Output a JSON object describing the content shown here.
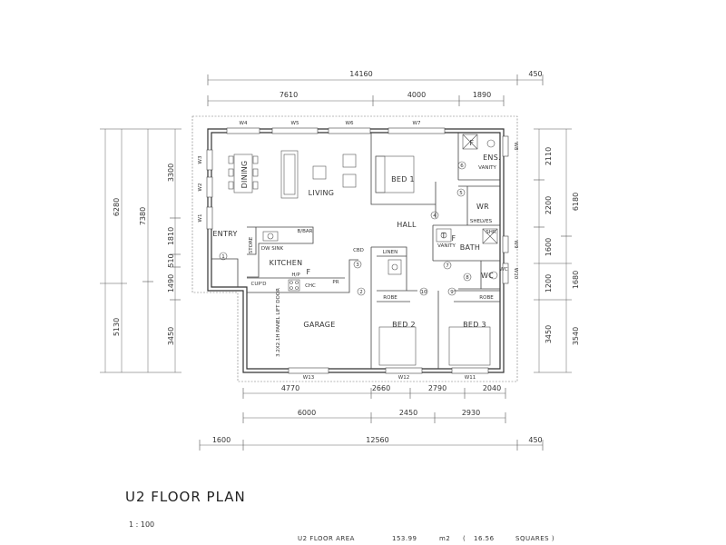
{
  "title": "U2 FLOOR PLAN",
  "scale": "1 : 100",
  "footer": {
    "label": "U2 FLOOR AREA",
    "area": "153.99",
    "unit": "m2",
    "open": "(",
    "squares": "16.56",
    "squares_label": "SQUARES )"
  },
  "dims_top": {
    "overall": "14160",
    "eave": "450",
    "d1": "7610",
    "d2": "4000",
    "d3": "1890"
  },
  "dims_bottom": {
    "row1": [
      "4770",
      "2660",
      "2790",
      "2040"
    ],
    "row2": [
      "6000",
      "2450",
      "2930"
    ],
    "overall": "12560",
    "left": "1600",
    "eave": "450"
  },
  "dims_left": {
    "outer1": "6280",
    "outer2": "5130",
    "mid1": "7380",
    "s1": "3300",
    "s2": "1810",
    "s3": "510",
    "s4": "1490",
    "s5": "3450"
  },
  "dims_right": {
    "r1": "2110",
    "r2": "2200",
    "r3": "1600",
    "r4": "1200",
    "r5": "3450",
    "outer1": "6180",
    "outer2": "1680",
    "outer3": "3540"
  },
  "rooms": {
    "dining": "DINING",
    "living": "LIVING",
    "entry": "ENTRY",
    "store": "STORE",
    "kitchen": "KITCHEN",
    "garage": "GARAGE",
    "hall": "HALL",
    "bed1": "BED 1",
    "bed2": "BED 2",
    "bed3": "BED 3",
    "bath": "BATH",
    "wc": "WC",
    "wir": "WR",
    "ens": "ENS.",
    "linen": "LINEN",
    "robe2": "ROBE",
    "robe3": "ROBE",
    "shelves": "SHELVES",
    "vanity1": "VANITY",
    "vanity2": "VANITY",
    "bbar": "B/BAR",
    "dwsink": "DW SINK",
    "cupd": "CUP'D",
    "chc": "CHC",
    "pr": "PR",
    "hp": "H/P",
    "cbd": "CBD",
    "panel": "3.2X2.1H PANEL LIFT DOOR",
    "shr": "SHR",
    "wc2": "WC",
    "f1": "F",
    "f2": "F",
    "f3": "F",
    "vanity_letter": "T"
  },
  "windows": {
    "w1": "W1",
    "w2": "W2",
    "w3": "W3",
    "w4": "W4",
    "w5": "W5",
    "w6": "W6",
    "w7": "W7",
    "w8": "W8",
    "w9": "W9",
    "w10": "W10",
    "w11": "W11",
    "w12": "W12",
    "w13": "W13"
  },
  "doors": [
    "1",
    "2",
    "3",
    "4",
    "5",
    "6",
    "7",
    "8",
    "9",
    "10"
  ]
}
